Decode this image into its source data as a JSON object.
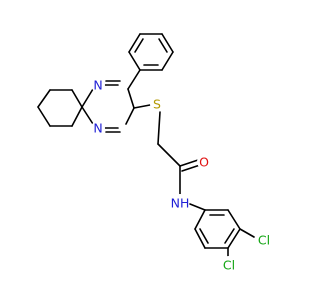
{
  "molecule": {
    "atom_labels": {
      "n1": "N",
      "n2": "N",
      "s": "S",
      "o": "O",
      "nh": "NH",
      "cl1": "Cl",
      "cl2": "Cl"
    },
    "colors": {
      "N": "#1f1fd6",
      "S": "#b29800",
      "O": "#e01010",
      "Cl": "#12a512",
      "bond": "#000000"
    }
  }
}
